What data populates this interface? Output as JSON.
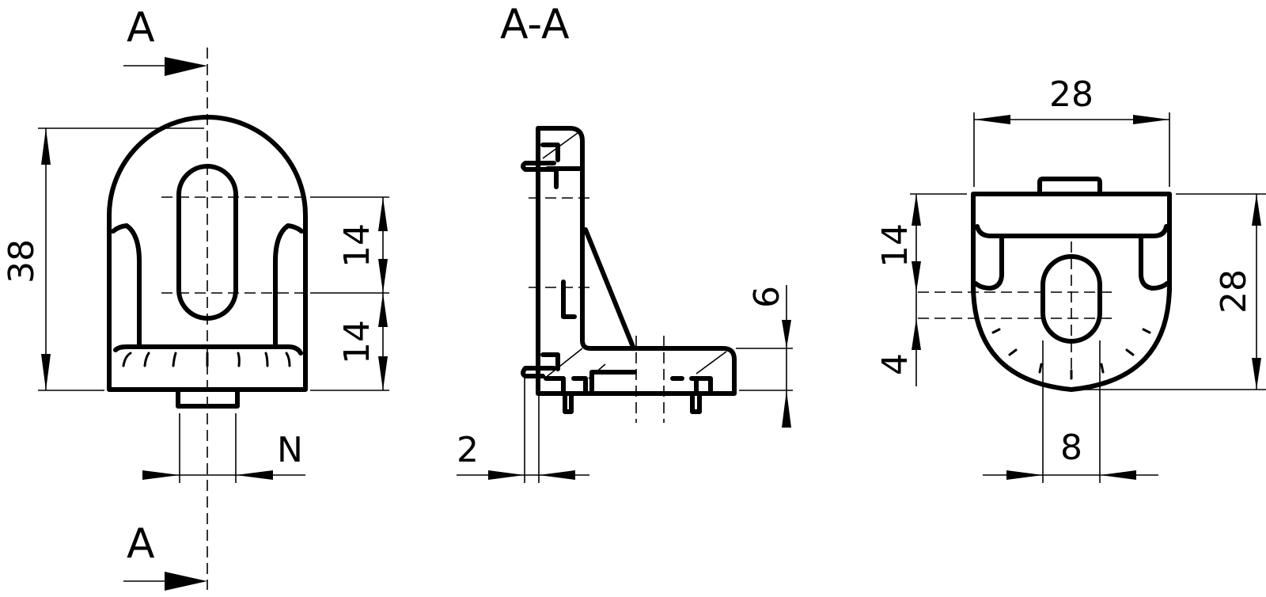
{
  "drawing": {
    "type": "technical-drawing",
    "stroke_color": "#000000",
    "background": "#ffffff"
  },
  "views": {
    "front": {
      "section_marker_top": "A",
      "section_marker_bottom": "A",
      "dims": {
        "overall_height": "38",
        "upper_slot_span": "14",
        "lower_span": "14",
        "slot_width": "N"
      }
    },
    "section": {
      "title": "A-A",
      "dims": {
        "wall_thickness": "2",
        "base_thickness": "6"
      }
    },
    "side": {
      "dims": {
        "width": "28",
        "height": "28",
        "upper_span": "14",
        "slot_length": "4",
        "slot_width": "8"
      }
    }
  }
}
